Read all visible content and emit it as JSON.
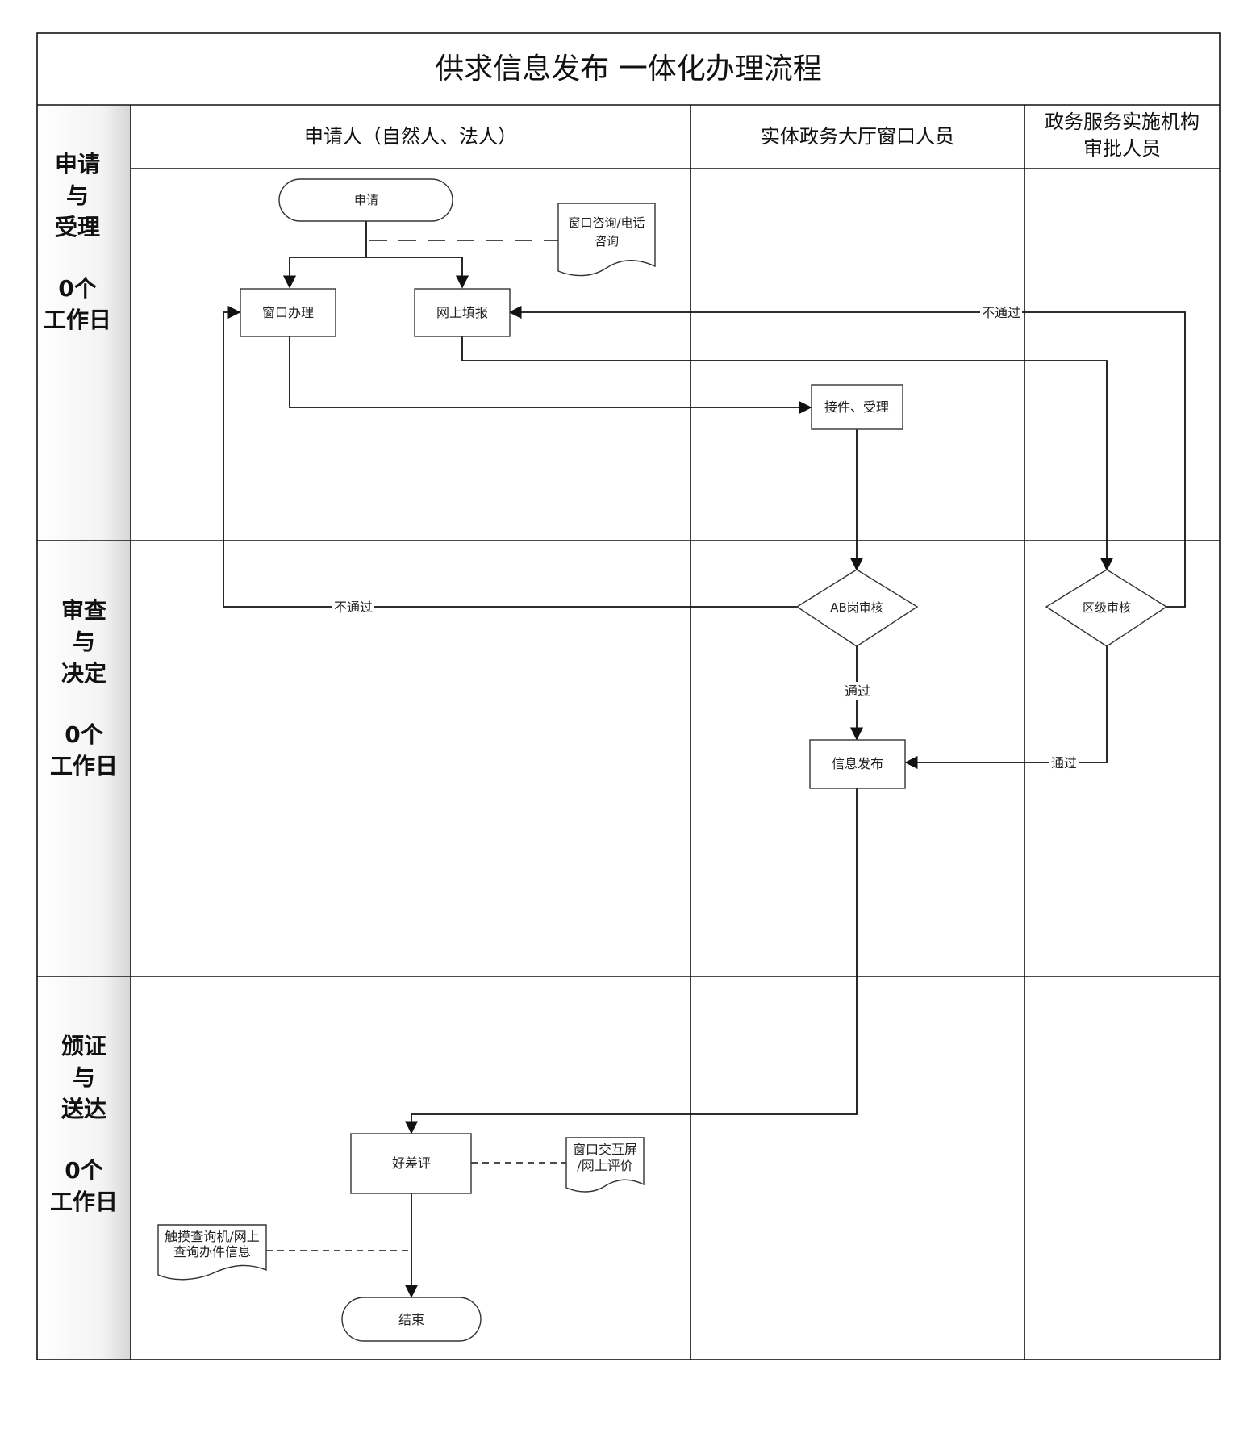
{
  "title": "供求信息发布 一体化办理流程",
  "lanes": {
    "applicant": "申请人（自然人、法人）",
    "window_staff": "实体政务大厅窗口人员",
    "approver_line1": "政务服务实施机构",
    "approver_line2": "审批人员"
  },
  "phases": [
    {
      "lines": [
        "申请",
        "与",
        "受理",
        "",
        "0个",
        "工作日"
      ]
    },
    {
      "lines": [
        "审查",
        "与",
        "决定",
        "",
        "0个",
        "工作日"
      ]
    },
    {
      "lines": [
        "颁证",
        "与",
        "送达",
        "",
        "0个",
        "工作日"
      ]
    }
  ],
  "nodes": {
    "apply": "申请",
    "consult_line1": "窗口咨询/电话",
    "consult_line2": "咨询",
    "window_handle": "窗口办理",
    "online_fill": "网上填报",
    "accept": "接件、受理",
    "ab_review": "AB岗审核",
    "district_review": "区级审核",
    "publish": "信息发布",
    "rating": "好差评",
    "rating_doc_line1": "窗口交互屏",
    "rating_doc_line2": "/网上评价",
    "query_doc_line1": "触摸查询机/网上",
    "query_doc_line2": "查询办件信息",
    "end": "结束"
  },
  "edge_labels": {
    "fail_top": "不通过",
    "fail_left": "不通过",
    "pass_down": "通过",
    "pass_right": "通过"
  }
}
